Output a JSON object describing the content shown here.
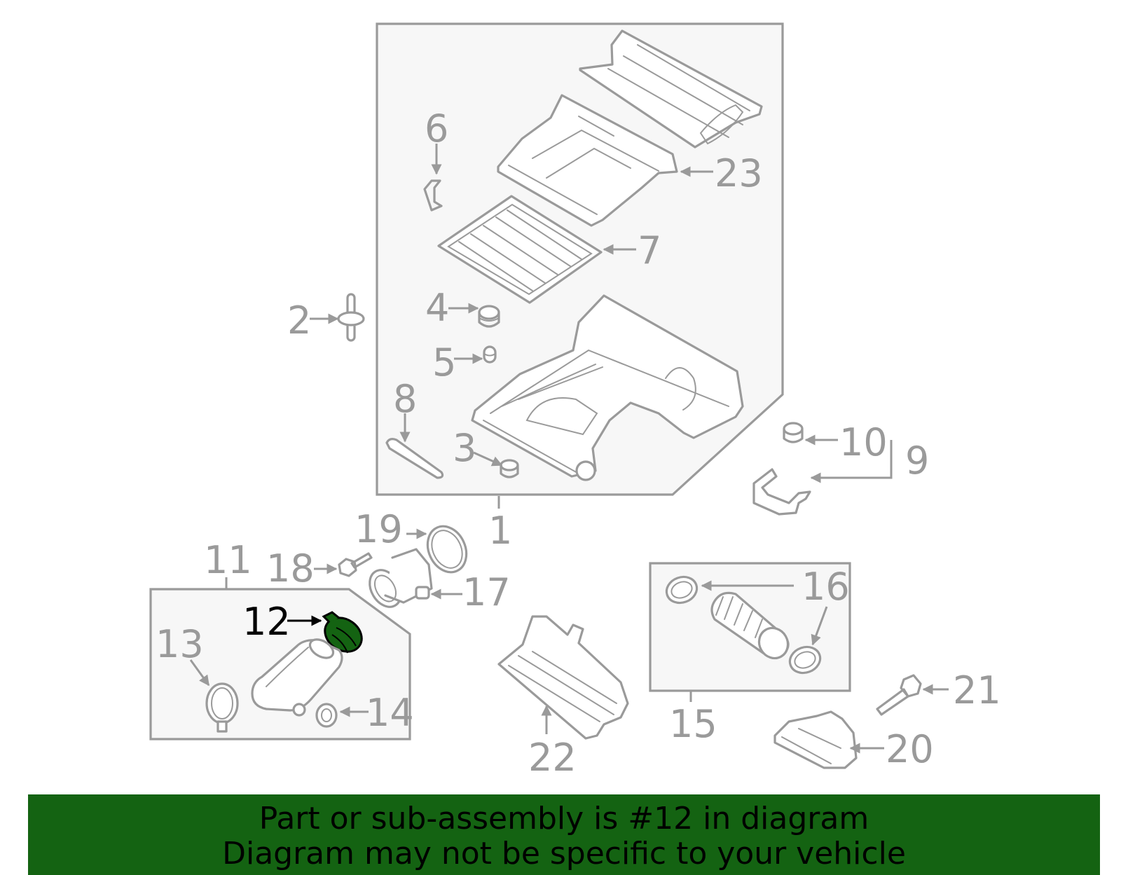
{
  "banner": {
    "line1": "Part or sub-assembly is #12 in diagram",
    "line2": "Diagram may not be specific to your vehicle"
  },
  "highlighted_part": "12",
  "colors": {
    "highlight": "#146312",
    "banner_bg": "#146312",
    "drawing": "#9a9a9a"
  },
  "callouts": {
    "c1": "1",
    "c2": "2",
    "c3": "3",
    "c4": "4",
    "c5": "5",
    "c6": "6",
    "c7": "7",
    "c8": "8",
    "c9": "9",
    "c10": "10",
    "c11": "11",
    "c12": "12",
    "c13": "13",
    "c14": "14",
    "c15": "15",
    "c16": "16",
    "c17": "17",
    "c18": "18",
    "c19": "19",
    "c20": "20",
    "c21": "21",
    "c22": "22",
    "c23": "23"
  }
}
